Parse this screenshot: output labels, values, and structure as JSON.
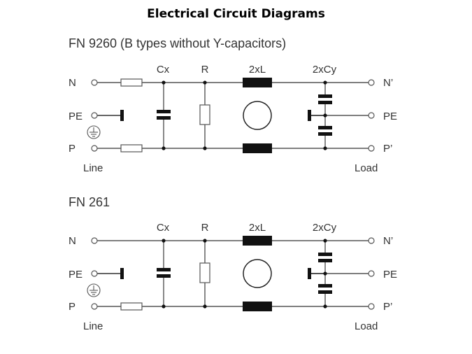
{
  "page": {
    "title": "Electrical Circuit Diagrams"
  },
  "diagrams": [
    {
      "title": "FN 9260 (B types without Y-capacitors)",
      "component_labels": {
        "cx": "Cx",
        "r": "R",
        "l": "2xL",
        "cy": "2xCy"
      },
      "input_terminals": [
        "N",
        "PE",
        "P"
      ],
      "output_terminals": [
        "N’",
        "PE",
        "P’"
      ],
      "input_side_label": "Line",
      "output_side_label": "Load",
      "fuses": {
        "n_line": true,
        "p_line": true
      },
      "ground_symbol": "protective-earth-icon"
    },
    {
      "title": "FN 261",
      "component_labels": {
        "cx": "Cx",
        "r": "R",
        "l": "2xL",
        "cy": "2xCy"
      },
      "input_terminals": [
        "N",
        "PE",
        "P"
      ],
      "output_terminals": [
        "N’",
        "PE",
        "P’"
      ],
      "input_side_label": "Line",
      "output_side_label": "Load",
      "fuses": {
        "n_line": false,
        "p_line": true
      },
      "ground_symbol": "protective-earth-icon"
    }
  ]
}
